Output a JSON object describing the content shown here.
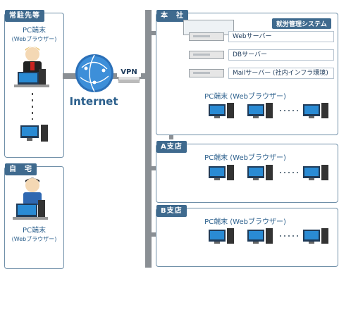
{
  "left_top": {
    "tag": "常駐先等",
    "caption": "PC端末",
    "caption_sub": "(Webブラウザー)"
  },
  "left_bottom": {
    "tag": "自　宅",
    "caption": "PC端末",
    "caption_sub": "(Webブラウザー)"
  },
  "center": {
    "internet": "Internet",
    "vpn": "VPN"
  },
  "hq": {
    "tag": "本　社",
    "system": "就労管理システム",
    "servers": [
      "Webサーバー",
      "DBサーバー",
      "Mailサーバー (社内インフラ環境)"
    ],
    "pc_caption": "PC端末 (Webブラウザー)"
  },
  "branch_a": {
    "tag": "A支店",
    "pc_caption": "PC端末 (Webブラウザー)"
  },
  "branch_b": {
    "tag": "B支店",
    "pc_caption": "PC端末 (Webブラウザー)"
  }
}
